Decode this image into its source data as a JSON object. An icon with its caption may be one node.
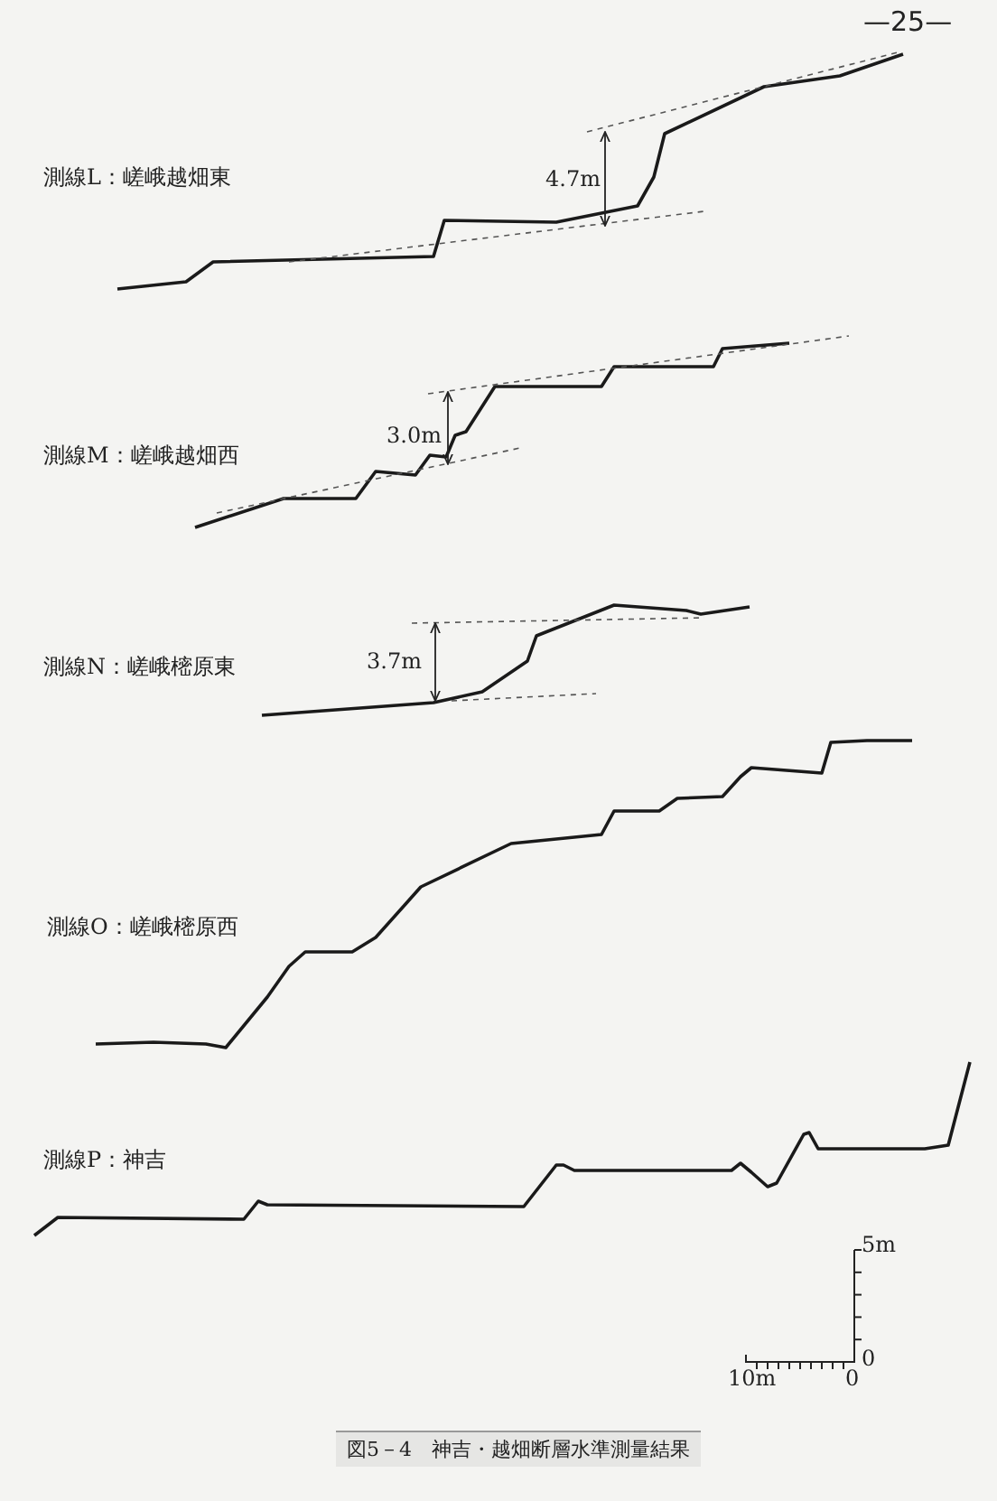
{
  "diagram": {
    "caption": "図5－4　神吉・越畑断層水準測量結果",
    "labels": [
      "—25—",
      "測線L：嵯峨越畑東",
      "4.7m",
      "測線M：嵯峨越畑西",
      "3.0m",
      "測線N：嵯峨樒原東",
      "3.7m",
      "測線O：嵯峨樒原西",
      "測線P：神吉",
      "5m",
      "0",
      "10m",
      "0"
    ]
  }
}
